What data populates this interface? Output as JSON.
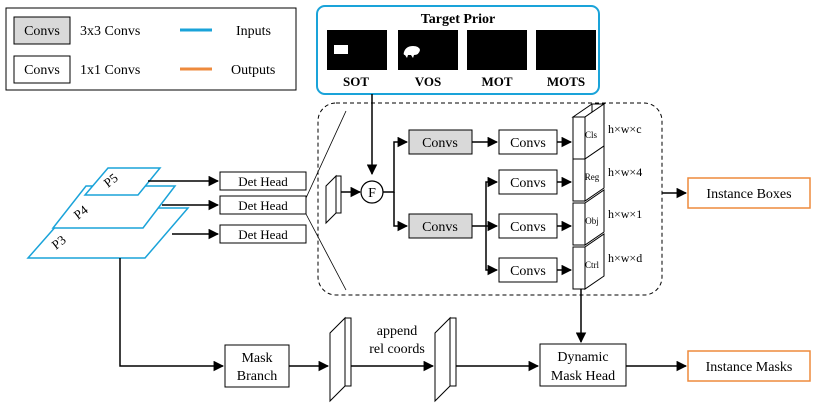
{
  "legend": {
    "convs_box_label": "Convs",
    "conv3x3_text": "3x3 Convs",
    "conv1x1_text": "1x1 Convs",
    "inputs_text": "Inputs",
    "outputs_text": "Outputs"
  },
  "target_prior": {
    "title": "Target Prior",
    "tasks": [
      "SOT",
      "VOS",
      "MOT",
      "MOTS"
    ]
  },
  "pyramid": {
    "levels": [
      "P5",
      "P4",
      "P3"
    ]
  },
  "det_head_label": "Det Head",
  "fusion_label": "F",
  "branch": {
    "convs_label": "Convs",
    "head_tags": [
      "Cls",
      "Reg",
      "Obj",
      "Ctrl"
    ],
    "shapes": [
      "h×w×c",
      "h×w×4",
      "h×w×1",
      "h×w×d"
    ]
  },
  "outputs": {
    "boxes": "Instance Boxes",
    "masks": "Instance Masks"
  },
  "mask_branch": {
    "line1": "Mask",
    "line2": "Branch"
  },
  "append": {
    "line1": "append",
    "line2": "rel coords"
  },
  "dynamic_head": {
    "line1": "Dynamic",
    "line2": "Mask Head"
  },
  "colors": {
    "inputs": "#1aa3d9",
    "outputs": "#ee8a3c",
    "conv3x3_fill": "#d9d9d9"
  }
}
